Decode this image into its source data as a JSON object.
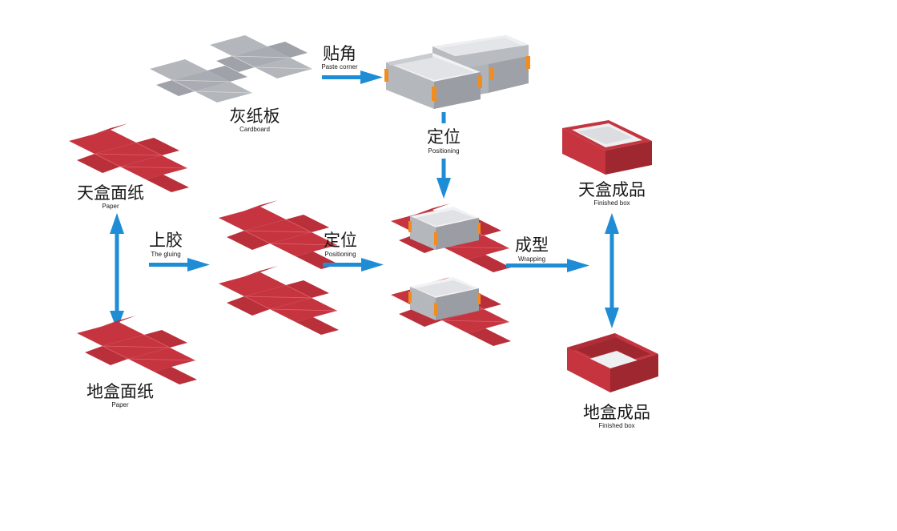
{
  "colors": {
    "arrow": "#1f8dd6",
    "paper_red": "#c5343f",
    "paper_red_dark": "#9e2730",
    "paper_crease": "#e0606a",
    "board_gray": "#a9acb2",
    "board_gray_light": "#c9ccd1",
    "board_gray_dark": "#8e9197",
    "board_inner": "#eeeff1",
    "corner_tape": "#f28c1e"
  },
  "labels": {
    "cardboard": {
      "zh": "灰纸板",
      "en": "Cardboard"
    },
    "paste_corner": {
      "zh": "贴角",
      "en": "Paste corner"
    },
    "positioning_top": {
      "zh": "定位",
      "en": "Positioning"
    },
    "lid_paper": {
      "zh": "天盒面纸",
      "en": "Paper"
    },
    "base_paper": {
      "zh": "地盒面纸",
      "en": "Paper"
    },
    "gluing": {
      "zh": "上胶",
      "en": "The gluing"
    },
    "positioning_mid": {
      "zh": "定位",
      "en": "Positioning"
    },
    "wrapping": {
      "zh": "成型",
      "en": "Wrapping"
    },
    "lid_finished": {
      "zh": "天盒成品",
      "en": "Finished box"
    },
    "base_finished": {
      "zh": "地盒成品",
      "en": "Finished box"
    }
  }
}
